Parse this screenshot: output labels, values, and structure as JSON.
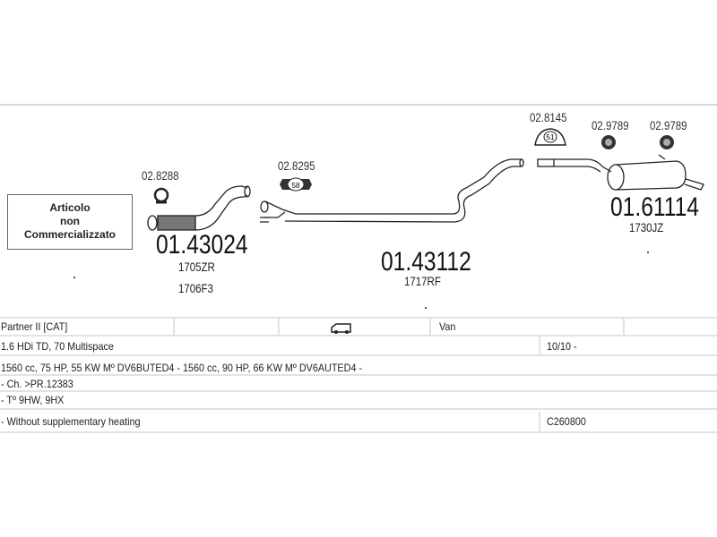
{
  "diagram": {
    "not_sold_box": [
      "Articolo",
      "non",
      "Commercializzato"
    ],
    "parts": [
      {
        "number": "01.43024",
        "refs": [
          "1705ZR",
          "1706F3"
        ]
      },
      {
        "number": "01.43112",
        "refs": [
          "1717RF"
        ]
      },
      {
        "number": "01.61114",
        "refs": [
          "1730JZ"
        ]
      }
    ],
    "accessories": [
      {
        "code": "02.8288",
        "badge": ""
      },
      {
        "code": "02.8295",
        "badge": "58"
      },
      {
        "code": "02.8145",
        "badge": "51"
      },
      {
        "code": "02.9789",
        "badge": ""
      },
      {
        "code": "02.9789",
        "badge": ""
      }
    ]
  },
  "table": {
    "model": "Partner II  [CAT]",
    "body_type_icon": "van-icon",
    "body_type": "Van",
    "engine": "1.6 HDi TD, 70 Multispace",
    "date": "10/10 -",
    "specs": "1560 cc, 75 HP, 55 KW  Mº DV6BUTED4 -  1560 cc, 90 HP, 66 KW  Mº DV6AUTED4 -",
    "chassis": "- Ch. >PR.12383",
    "type": "- Tº 9HW, 9HX",
    "note": "- Without supplementary heating",
    "code": "C260800"
  }
}
